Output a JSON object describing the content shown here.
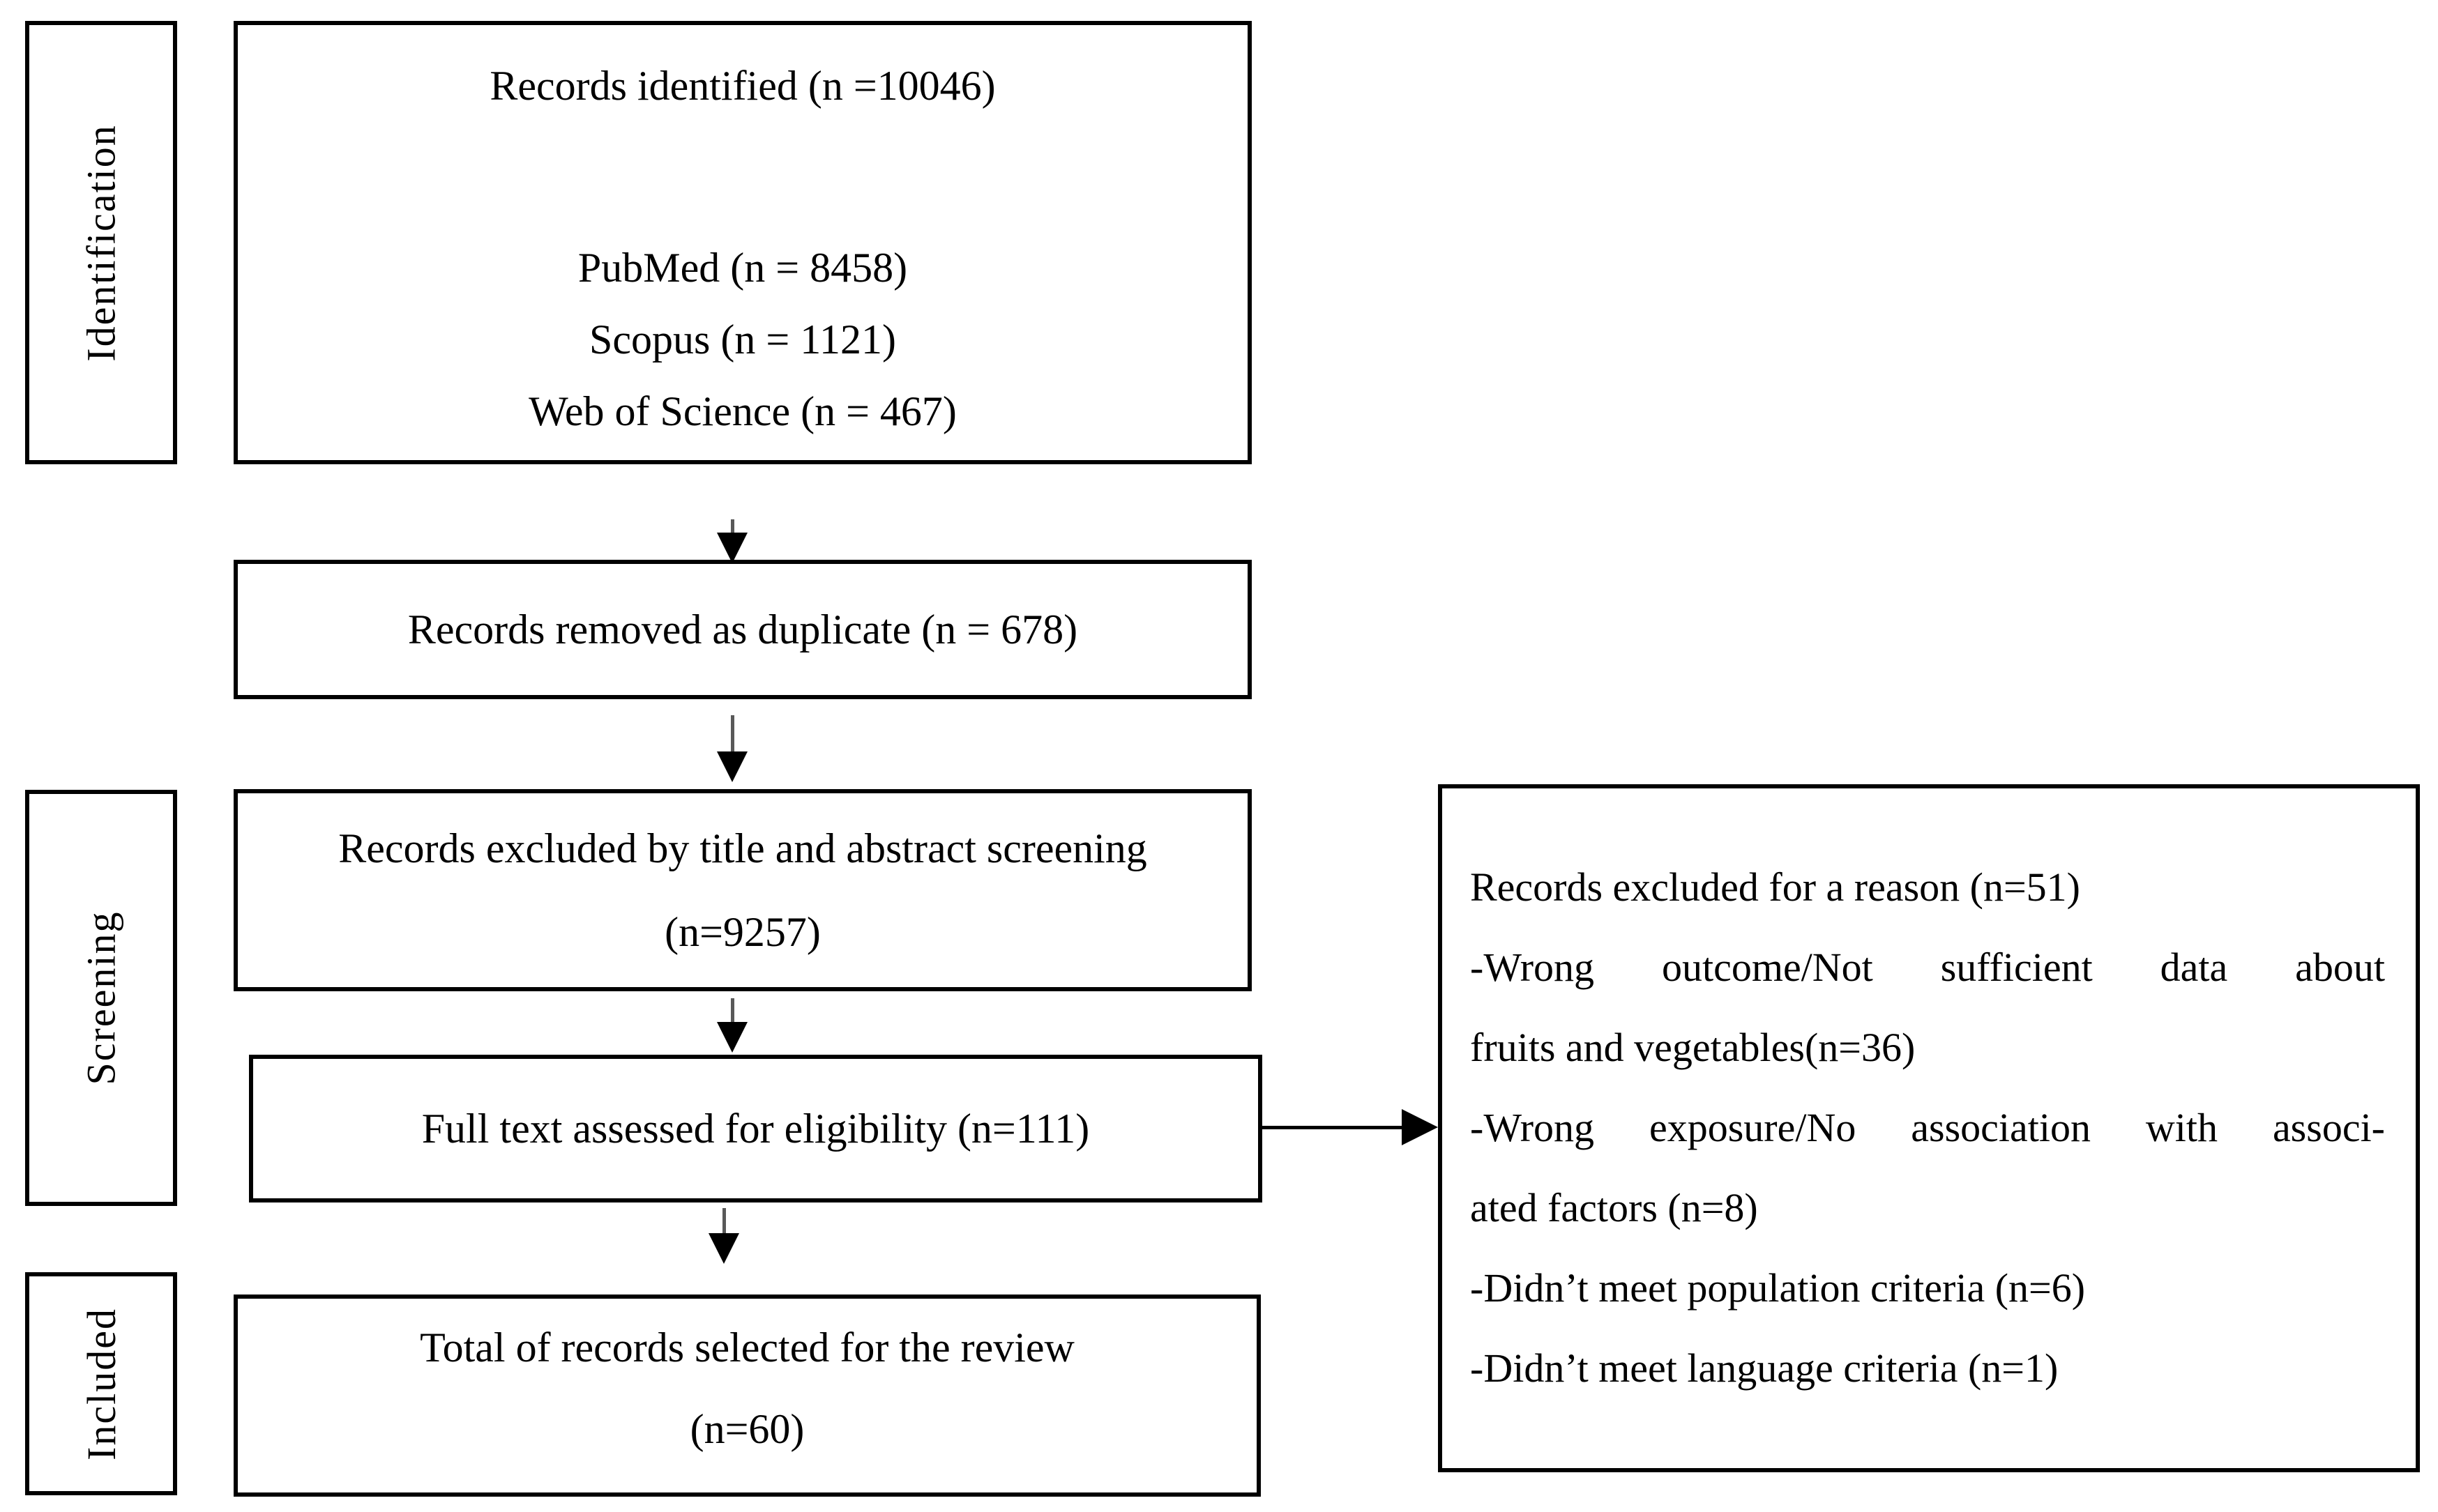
{
  "colors": {
    "border": "#000000",
    "text": "#000000",
    "background": "#ffffff",
    "arrow_stem": "#595959"
  },
  "stages": {
    "identification": "Identification",
    "screening": "Screening",
    "included": "Included"
  },
  "boxes": {
    "records_identified": {
      "title": "Records identified (n =10046)",
      "sources": [
        "PubMed (n = 8458)",
        "Scopus (n = 1121)",
        "Web of Science (n = 467)"
      ]
    },
    "records_removed": {
      "text": "Records removed as duplicate (n = 678)"
    },
    "records_excluded": {
      "line1": "Records excluded by title and abstract screening",
      "line2": "(n=9257)"
    },
    "full_text": {
      "text": "Full text assessed for eligibility (n=111)"
    },
    "total_selected": {
      "line1": "Total of records selected for the review",
      "line2": "(n=60)"
    },
    "exclusion_reasons": {
      "lines": [
        "Records excluded for a reason (n=51)",
        "-Wrong outcome/Not sufficient data about",
        "fruits and vegetables(n=36)",
        "-Wrong exposure/No association with associ-",
        "ated factors (n=8)",
        "-Didn’t meet population criteria (n=6)",
        "-Didn’t meet language criteria (n=1)"
      ]
    }
  }
}
